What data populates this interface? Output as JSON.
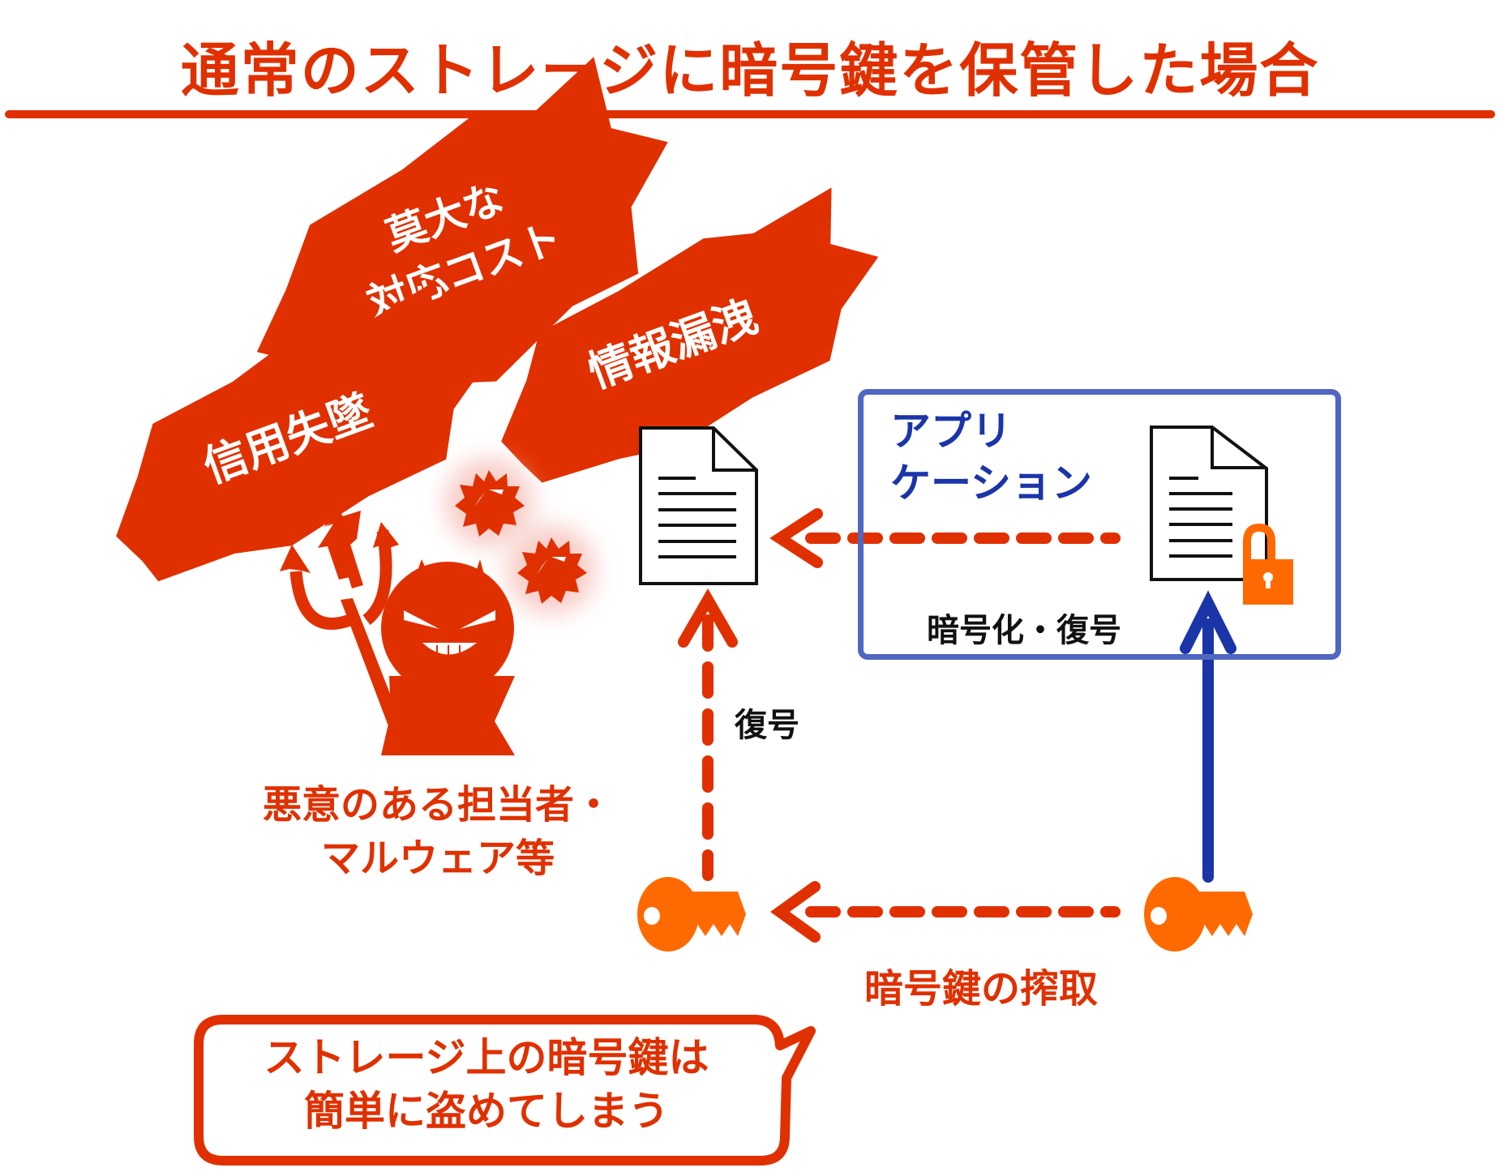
{
  "title": "通常のストレージに暗号鍵を保管した場合",
  "colors": {
    "accent_red": "#e03000",
    "app_box_blue": "#5066c0",
    "app_text_blue": "#1a35a8",
    "arrow_blue": "#1a35a8",
    "key_orange": "#ff6a00",
    "text_dark": "#111111"
  },
  "impacts": [
    {
      "lines": [
        "莫大な",
        "対応コスト"
      ]
    },
    {
      "lines": [
        "情報漏洩"
      ]
    },
    {
      "lines": [
        "信用失墜"
      ]
    }
  ],
  "attacker": {
    "icon": "devil-with-trident-icon",
    "virus_icon": "virus-icon",
    "lines": [
      "悪意のある担当者・",
      "マルウェア等"
    ]
  },
  "application": {
    "lines": [
      "アプリ",
      "ケーション"
    ],
    "process_label": "暗号化・復号",
    "document_icon": "encrypted-document-icon",
    "lock_icon": "padlock-icon"
  },
  "stolen": {
    "document_icon": "document-icon",
    "decrypt_label": "復号"
  },
  "keys": {
    "icon": "key-icon",
    "theft_label": "暗号鍵の搾取"
  },
  "callout": {
    "lines": [
      "ストレージ上の暗号鍵は",
      "簡単に盗めてしまう"
    ]
  }
}
